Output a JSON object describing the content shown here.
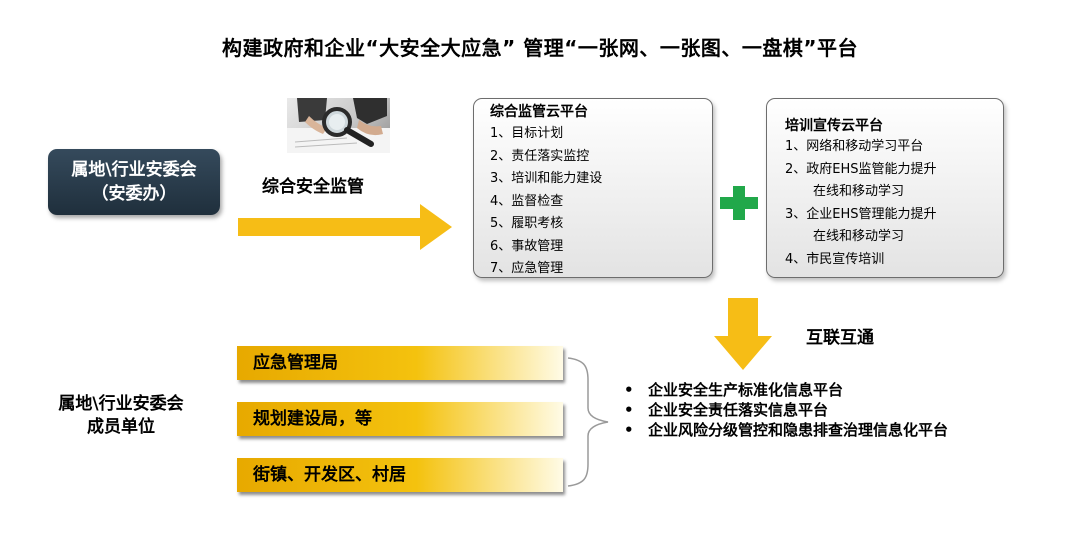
{
  "title": "构建政府和企业“大安全大应急” 管理“一张网、一张图、一盘棋”平台",
  "authority": {
    "line1": "属地\\行业安委会",
    "line2": "（安委办）"
  },
  "supervision_label": "综合安全监管",
  "cloud_platform": {
    "title": "综合监管云平台",
    "items": [
      "1、目标计划",
      "2、责任落实监控",
      "3、培训和能力建设",
      "4、监督检查",
      "5、履职考核",
      "6、事故管理",
      "7、应急管理"
    ]
  },
  "training_platform": {
    "title": "培训宣传云平台",
    "items": [
      "1、网络和移动学习平台",
      "2、政府EHS监管能力提升",
      "在线和移动学习",
      "3、企业EHS管理能力提升",
      "在线和移动学习",
      "4、市民宣传培训"
    ]
  },
  "interconnect_label": "互联互通",
  "members": {
    "line1": "属地\\行业安委会",
    "line2": "成员单位"
  },
  "organizations": [
    "应急管理局",
    "规划建设局，等",
    "街镇、开发区、村居"
  ],
  "bullet_marker": "•",
  "bullets": [
    "企业安全生产标准化信息平台",
    "企业安全责任落实信息平台",
    "企业风险分级管控和隐患排查治理信息化平台"
  ],
  "colors": {
    "arrow": "#f6bd16",
    "plus": "#21a84a",
    "authority_box": "#2b3f51",
    "org_bar": "#f4c20e"
  },
  "icons": [
    "magnifier-photo-icon",
    "plus-icon",
    "right-arrow-icon",
    "down-arrow-icon",
    "brace-icon"
  ]
}
